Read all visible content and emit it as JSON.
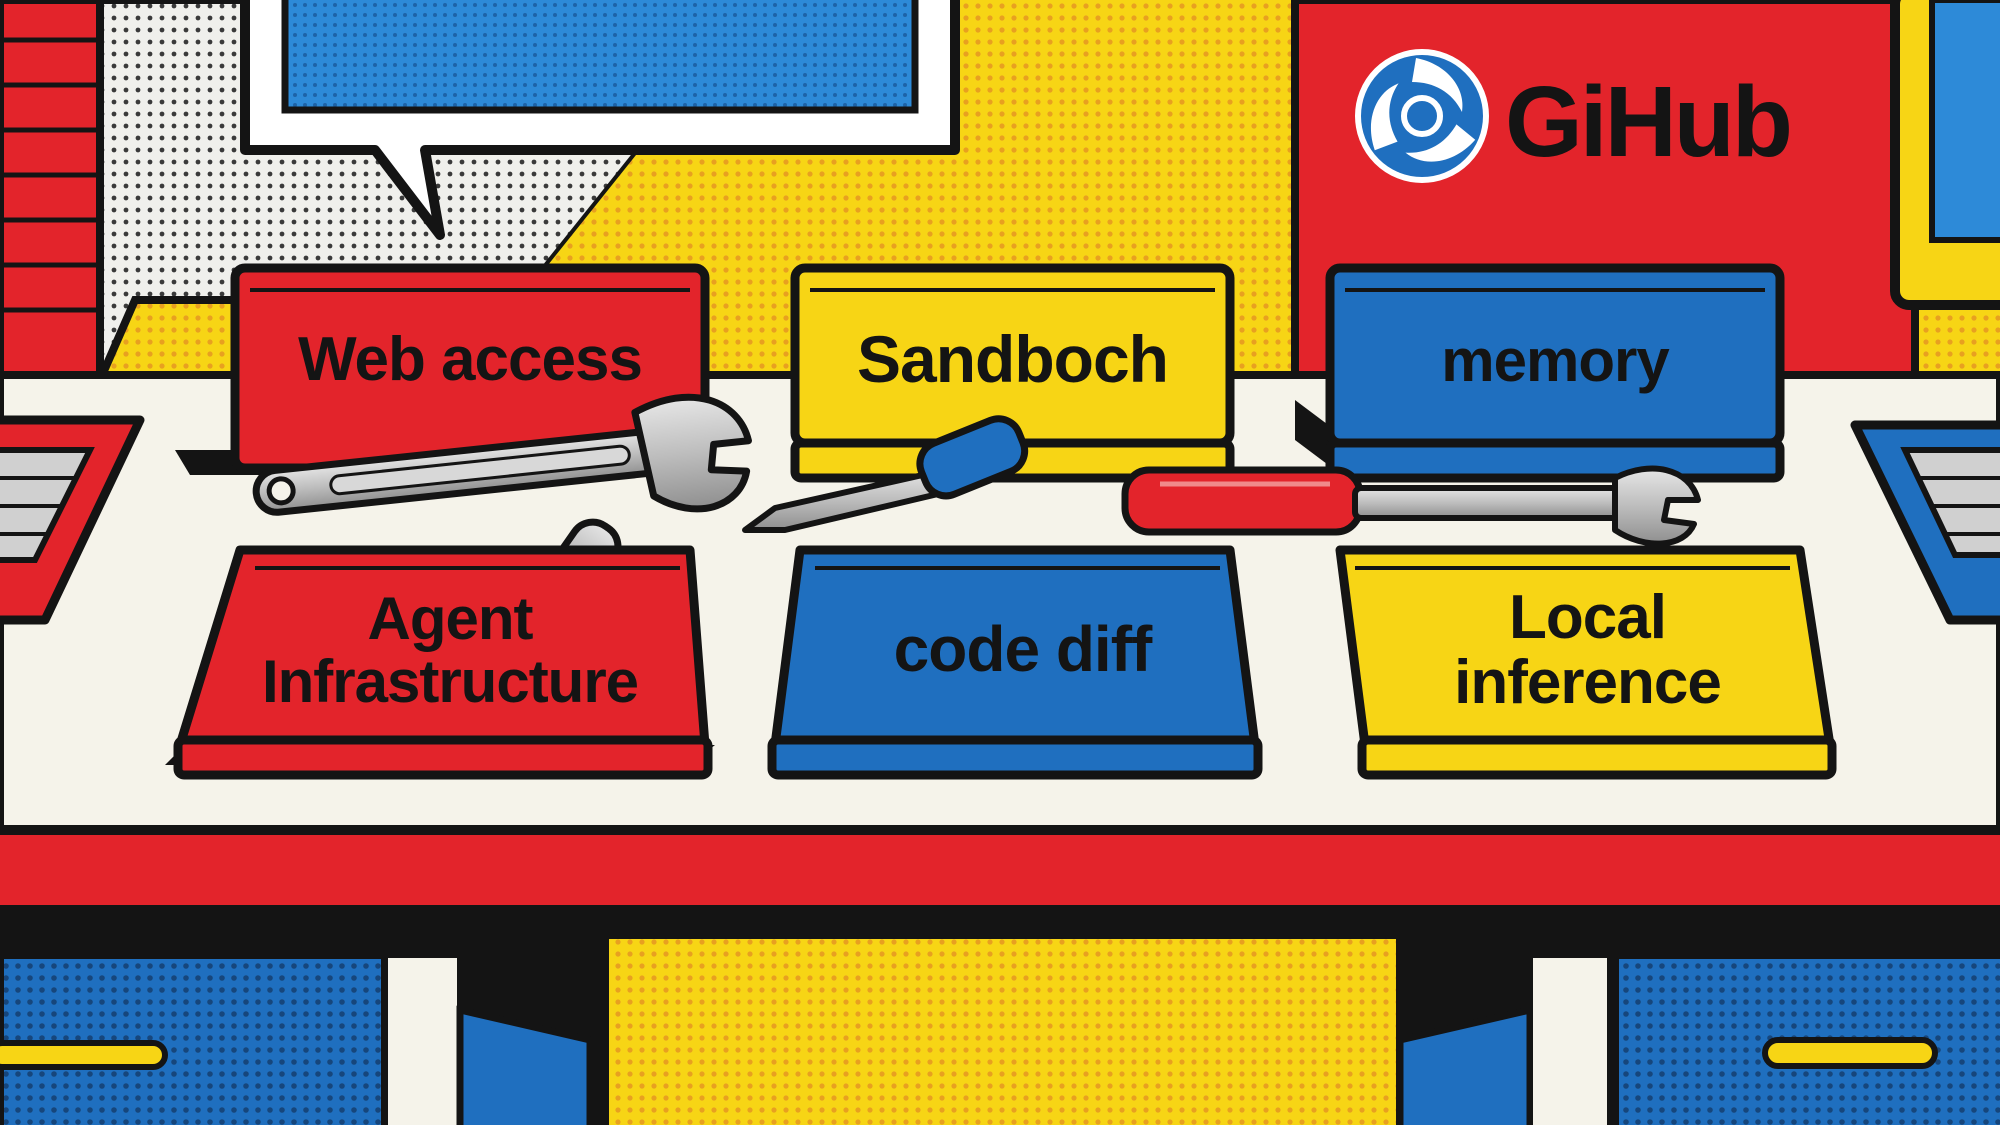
{
  "brand": {
    "name": "GiHub",
    "logo_icon": "swirl-logo-icon"
  },
  "tiles": {
    "web_access": "Web access",
    "sandbox": "Sandboch",
    "memory": "memory",
    "agent_infrastructure_line1": "Agent",
    "agent_infrastructure_line2": "Infrastructure",
    "code_diff": "code diff",
    "local_inference_line1": "Local",
    "local_inference_line2": "inference"
  },
  "tools": [
    "wrench-icon",
    "screwdriver-icon",
    "screwdriver-icon",
    "wrench-icon"
  ],
  "palette": {
    "red": "#e3242b",
    "yellow": "#f7d515",
    "blue": "#1f6fbf",
    "ink": "#141414",
    "desk": "#f5f3ea"
  }
}
